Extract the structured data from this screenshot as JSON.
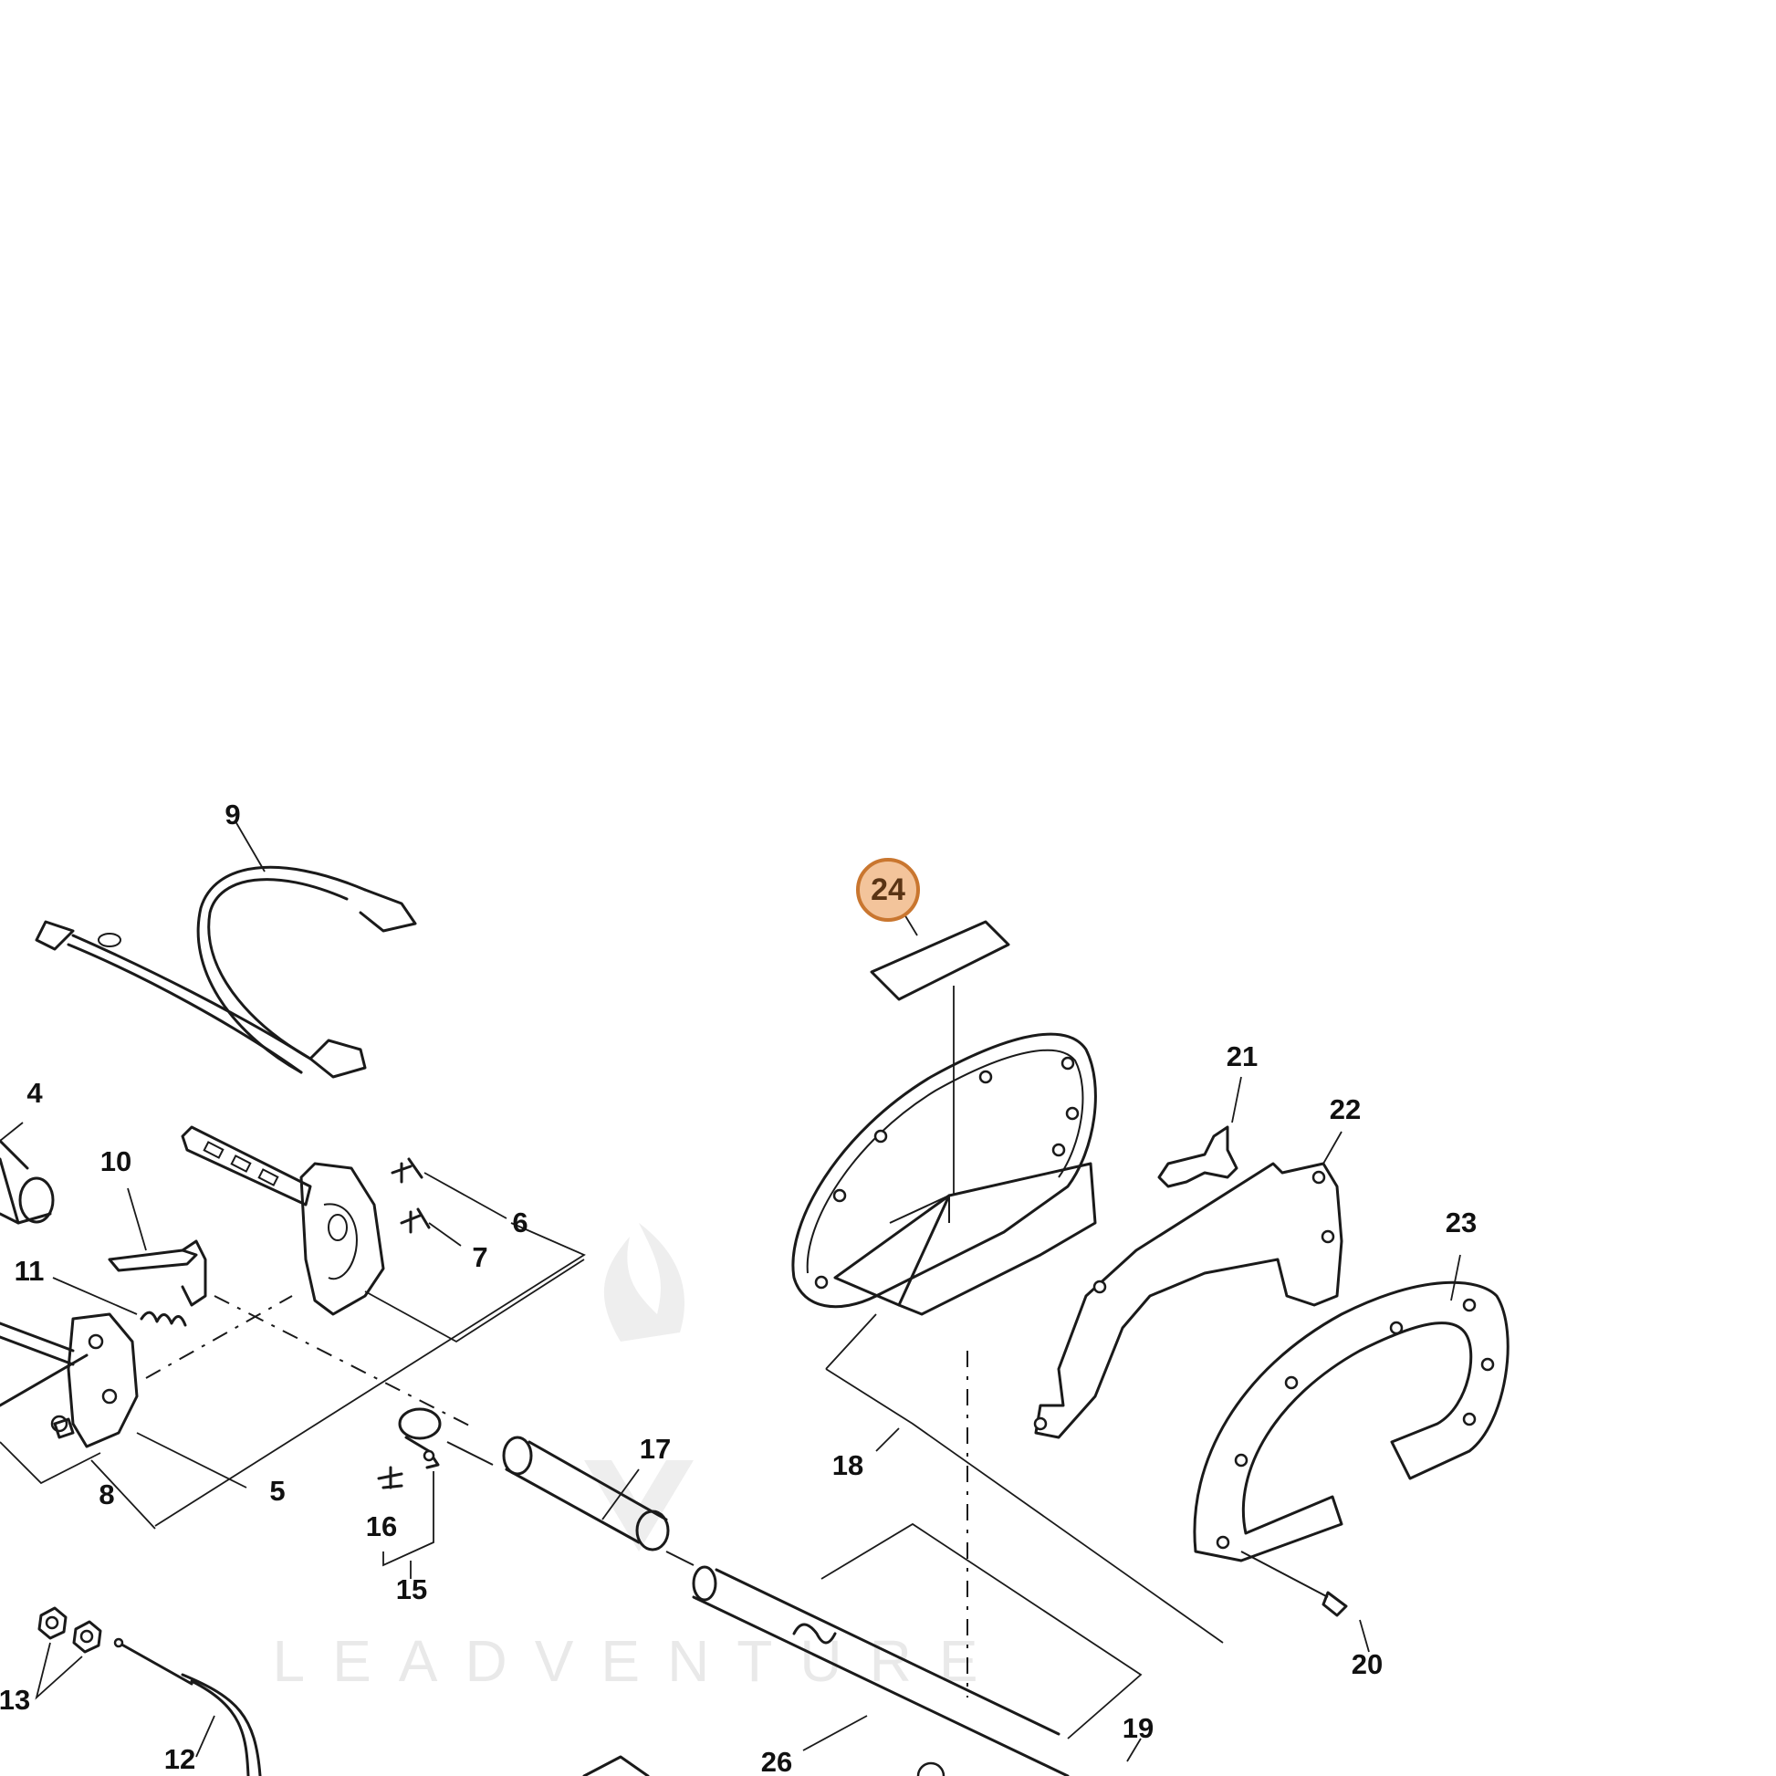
{
  "diagram": {
    "callouts": [
      {
        "id": "4",
        "label": "4"
      },
      {
        "id": "5",
        "label": "5"
      },
      {
        "id": "6",
        "label": "6"
      },
      {
        "id": "7",
        "label": "7"
      },
      {
        "id": "8",
        "label": "8"
      },
      {
        "id": "9",
        "label": "9"
      },
      {
        "id": "10",
        "label": "10"
      },
      {
        "id": "11",
        "label": "11"
      },
      {
        "id": "12",
        "label": "12"
      },
      {
        "id": "13",
        "label": "13"
      },
      {
        "id": "15",
        "label": "15"
      },
      {
        "id": "16",
        "label": "16"
      },
      {
        "id": "17",
        "label": "17"
      },
      {
        "id": "18",
        "label": "18"
      },
      {
        "id": "19",
        "label": "19"
      },
      {
        "id": "20",
        "label": "20"
      },
      {
        "id": "21",
        "label": "21"
      },
      {
        "id": "22",
        "label": "22"
      },
      {
        "id": "23",
        "label": "23"
      },
      {
        "id": "24",
        "label": "24"
      },
      {
        "id": "26",
        "label": "26"
      }
    ],
    "highlighted_callout": "24",
    "highlight_color": "#f3c49b",
    "highlight_border_color": "#c9762f",
    "watermark": {
      "text": "LEADVENTURE",
      "icon": "flame-logo-icon"
    }
  }
}
